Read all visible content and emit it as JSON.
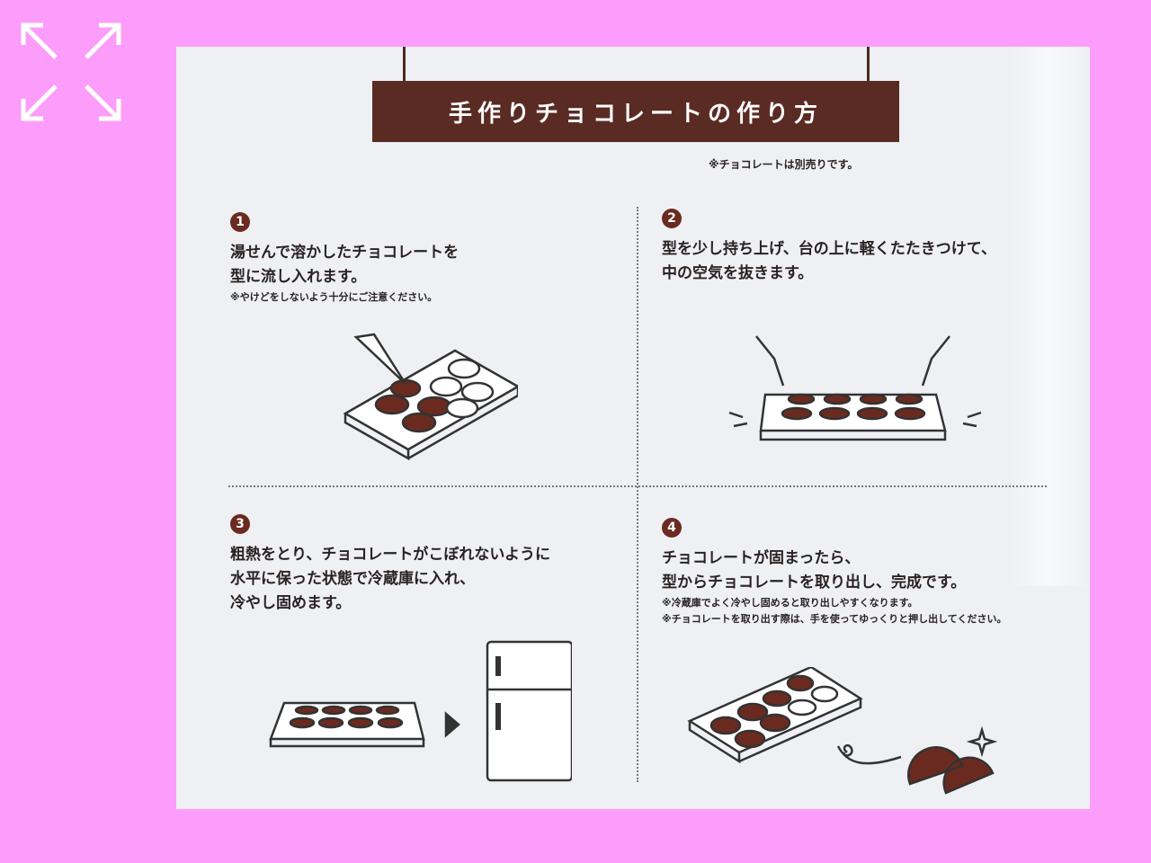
{
  "title": "手作りチョコレートの作り方",
  "note": "※チョコレートは別売りです。",
  "steps": [
    {
      "number": "1",
      "lines": [
        "湯せんで溶かしたチョコレートを",
        "型に流し入れます。"
      ],
      "notes": [
        "※やけどをしないよう十分にご注意ください。"
      ]
    },
    {
      "number": "2",
      "lines": [
        "型を少し持ち上げ、台の上に軽くたたきつけて、",
        "中の空気を抜きます。"
      ],
      "notes": []
    },
    {
      "number": "3",
      "lines": [
        "粗熱をとり、チョコレートがこぼれないように",
        "水平に保った状態で冷蔵庫に入れ、",
        "冷やし固めます。"
      ],
      "notes": []
    },
    {
      "number": "4",
      "lines": [
        "チョコレートが固まったら、",
        "型からチョコレートを取り出し、完成です。"
      ],
      "notes": [
        "※冷蔵庫でよく冷やし固めると取り出しやすくなります。",
        "※チョコレートを取り出す際は、手を使ってゆっくりと押し出してください。"
      ]
    }
  ],
  "colors": {
    "background": "#fd9dfb",
    "banner": "#5a2b23",
    "chocolate": "#6b2a20"
  }
}
